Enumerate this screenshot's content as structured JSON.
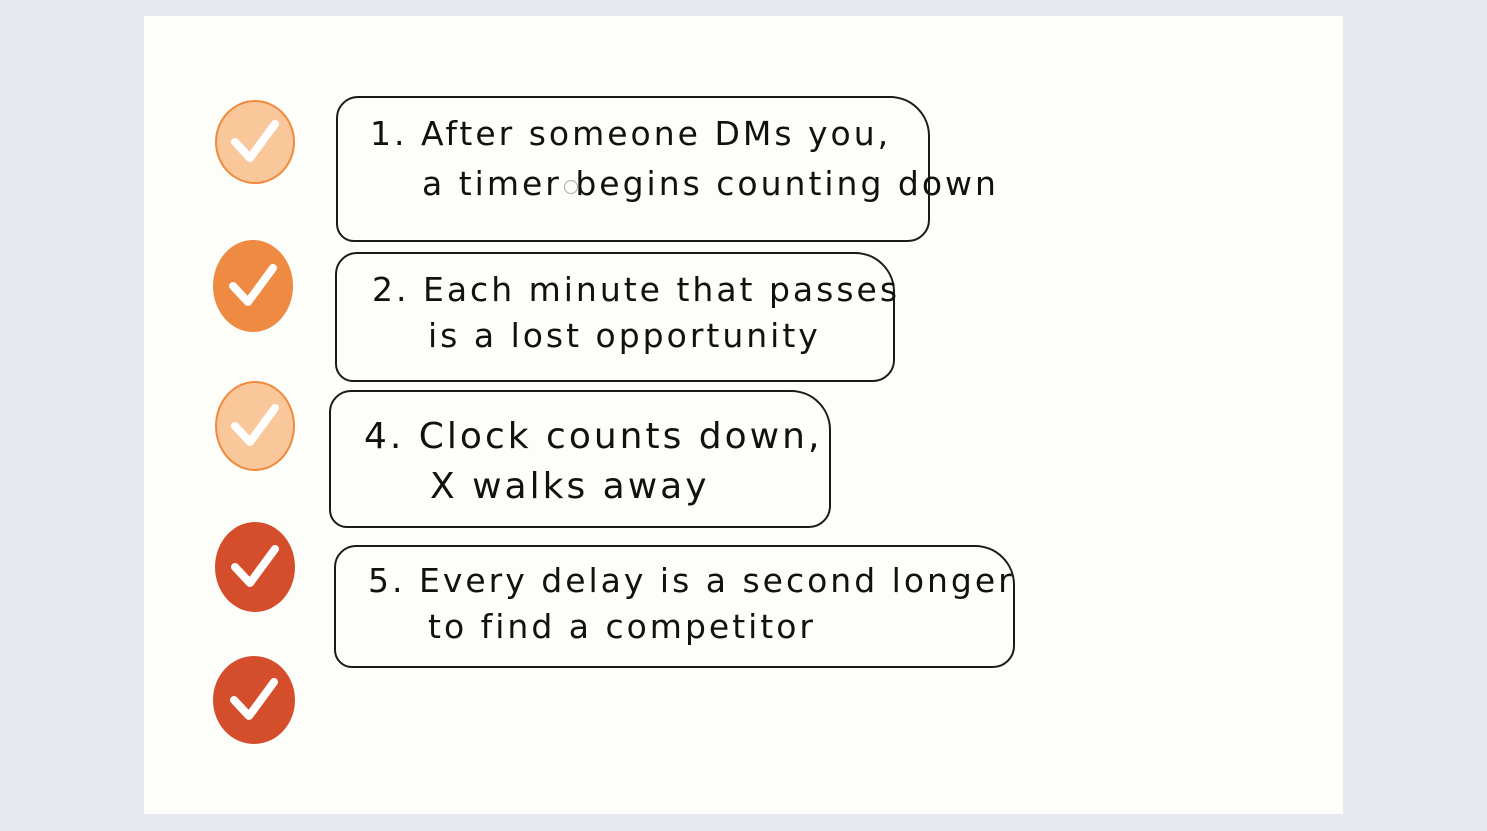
{
  "colors": {
    "light": "#f9c79a",
    "mid": "#ee8a42",
    "dark": "#d44e2c",
    "background": "#fdfdf9"
  },
  "checks": [
    {
      "icon": "checkmark-icon",
      "tone": "light"
    },
    {
      "icon": "checkmark-icon",
      "tone": "mid"
    },
    {
      "icon": "checkmark-icon",
      "tone": "light"
    },
    {
      "icon": "checkmark-icon",
      "tone": "dark"
    },
    {
      "icon": "checkmark-icon",
      "tone": "dark"
    }
  ],
  "items": [
    {
      "line1": "1. After someone  DMs you,",
      "line2": "a timer begins counting down"
    },
    {
      "line1": "2. Each minute that passes",
      "line2": "is a lost opportunity"
    },
    {
      "line1": "4. Clock counts down,",
      "line2": "X walks away"
    },
    {
      "line1": "5. Every delay is a second longer",
      "line2": "to find a competitor"
    }
  ]
}
